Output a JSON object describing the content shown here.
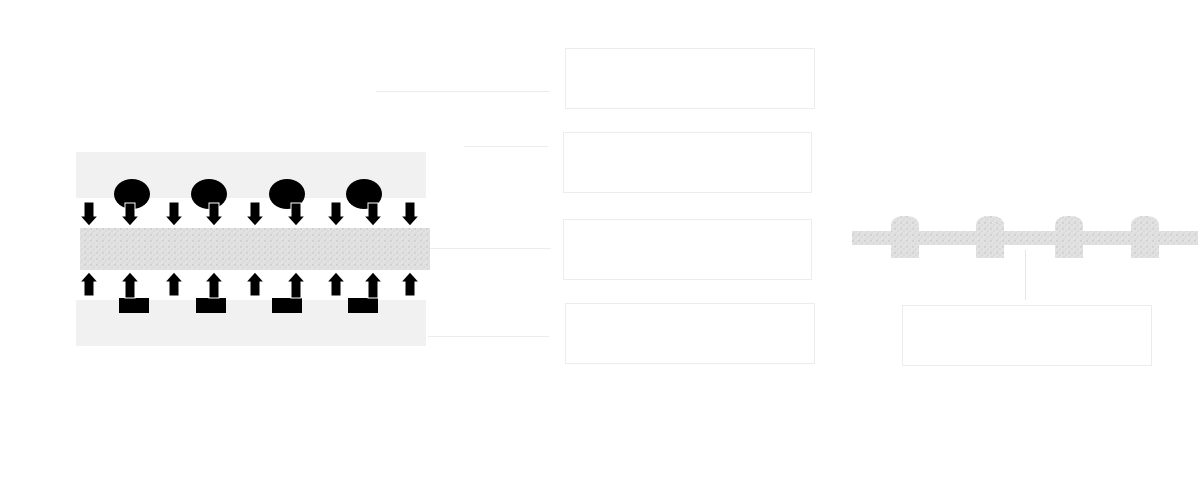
{
  "diagram": {
    "colors": {
      "background": "#ffffff",
      "plate_band": "#f1f1f1",
      "core_layer": "#dedede",
      "ink": "#000000",
      "box_border": "#ececec"
    },
    "left_panel": {
      "particle_count": 4,
      "arrow_columns": 9,
      "arrow_directions": [
        "down",
        "up"
      ]
    },
    "right_panel": {
      "bump_count": 4
    },
    "label_boxes": [
      {
        "text": ""
      },
      {
        "text": ""
      },
      {
        "text": ""
      },
      {
        "text": ""
      },
      {
        "text": ""
      }
    ],
    "icons": {
      "particle": "black-ellipse-particle",
      "electrode": "black-rectangle-electrode",
      "arrow": "bold-arrow-icon"
    }
  }
}
